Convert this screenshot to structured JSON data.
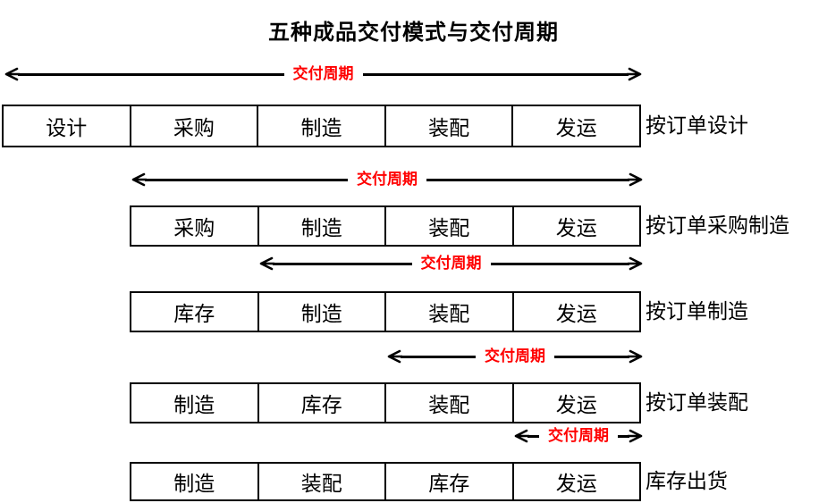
{
  "title": "五种成品交付模式与交付周期",
  "cycle_label": "交付周期",
  "rows": [
    {
      "cells": [
        "设计",
        "采购",
        "制造",
        "装配",
        "发运"
      ],
      "label": "按订单设计"
    },
    {
      "cells": [
        "采购",
        "制造",
        "装配",
        "发运"
      ],
      "label": "按订单采购制造"
    },
    {
      "cells": [
        "库存",
        "制造",
        "装配",
        "发运"
      ],
      "label": "按订单制造"
    },
    {
      "cells": [
        "制造",
        "库存",
        "装配",
        "发运"
      ],
      "label": "按订单装配"
    },
    {
      "cells": [
        "制造",
        "装配",
        "库存",
        "发运"
      ],
      "label": "库存出货"
    }
  ],
  "colors": {
    "cycle_text": "#ff0000",
    "line": "#000000",
    "background": "#ffffff"
  }
}
